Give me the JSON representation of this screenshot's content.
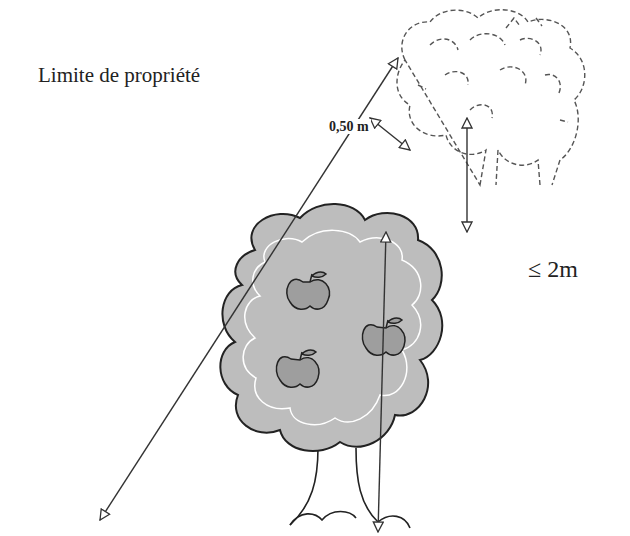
{
  "diagram": {
    "labels": [
      "Limite de propriété",
      "0,50 m",
      "≤ 2m"
    ]
  }
}
